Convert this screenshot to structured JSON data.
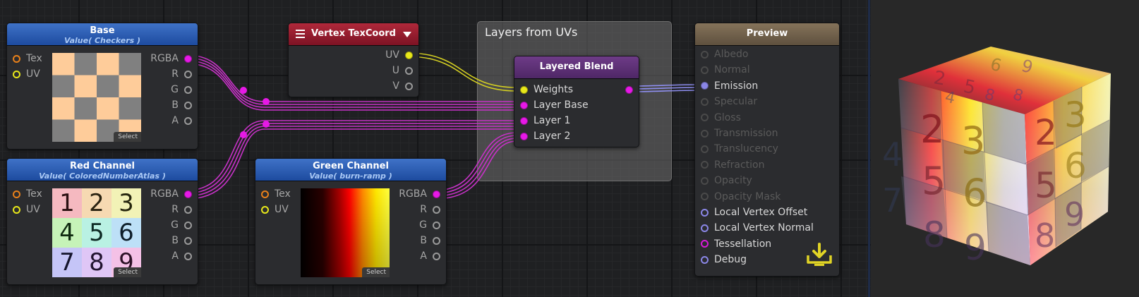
{
  "nodes": {
    "base": {
      "title": "Base",
      "subtitle": "Value( Checkers )",
      "inputs": [
        "Tex",
        "UV"
      ],
      "outputs": [
        "RGBA",
        "R",
        "G",
        "B",
        "A"
      ],
      "select_label": "Select"
    },
    "red_channel": {
      "title": "Red Channel",
      "subtitle": "Value( ColoredNumberAtlas )",
      "inputs": [
        "Tex",
        "UV"
      ],
      "outputs": [
        "RGBA",
        "R",
        "G",
        "B",
        "A"
      ],
      "select_label": "Select",
      "atlas_digits": [
        "1",
        "2",
        "3",
        "4",
        "5",
        "6",
        "7",
        "8",
        "9"
      ]
    },
    "green_channel": {
      "title": "Green Channel",
      "subtitle": "Value( burn-ramp )",
      "inputs": [
        "Tex",
        "UV"
      ],
      "outputs": [
        "RGBA",
        "R",
        "G",
        "B",
        "A"
      ],
      "select_label": "Select"
    },
    "vertex_texcoord": {
      "title": "Vertex TexCoord",
      "outputs": [
        "UV",
        "U",
        "V"
      ]
    },
    "layered_blend": {
      "title": "Layered Blend",
      "inputs": [
        "Weights",
        "Layer Base",
        "Layer 1",
        "Layer 2"
      ]
    },
    "preview": {
      "title": "Preview",
      "inputs": [
        {
          "label": "Albedo",
          "active": false
        },
        {
          "label": "Normal",
          "active": false
        },
        {
          "label": "Emission",
          "active": true,
          "connected": true
        },
        {
          "label": "Specular",
          "active": false
        },
        {
          "label": "Gloss",
          "active": false
        },
        {
          "label": "Transmission",
          "active": false
        },
        {
          "label": "Translucency",
          "active": false
        },
        {
          "label": "Refraction",
          "active": false
        },
        {
          "label": "Opacity",
          "active": false
        },
        {
          "label": "Opacity Mask",
          "active": false
        },
        {
          "label": "Local Vertex Offset",
          "active": true
        },
        {
          "label": "Local Vertex Normal",
          "active": true
        },
        {
          "label": "Tessellation",
          "active": true
        },
        {
          "label": "Debug",
          "active": true
        }
      ]
    }
  },
  "group": {
    "title": "Layers from UVs"
  },
  "cube_digits": [
    "2",
    "5",
    "6",
    "9",
    "4",
    "8",
    "8",
    "2",
    "3",
    "5",
    "6",
    "4",
    "7",
    "8",
    "9",
    "2",
    "3",
    "5",
    "6",
    "8",
    "9"
  ],
  "icons": {
    "menu": "hamburger-icon",
    "dropdown": "triangle-down-icon",
    "save": "download-tray-icon"
  },
  "colors": {
    "header_blue": "#2a5bb3",
    "header_red": "#9c1d30",
    "header_purple": "#5e3176",
    "header_brown": "#74644d",
    "port_magenta": "#e619e6",
    "port_yellow": "#e8e81a",
    "port_orange": "#e8801a",
    "port_lavender": "#8a86e6",
    "wire_magenta": "#cc33cc",
    "wire_yellow": "#d9d21a",
    "wire_lavender": "#8888ee",
    "checker_light": "#fecc9a",
    "checker_dark": "#808080"
  }
}
